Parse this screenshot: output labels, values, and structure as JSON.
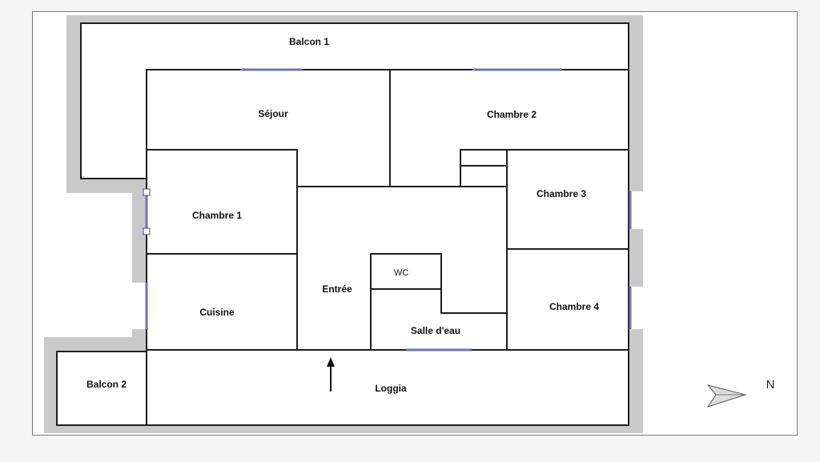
{
  "plan": {
    "rooms": {
      "balcon1": "Balcon 1",
      "sejour": "Séjour",
      "chambre2": "Chambre 2",
      "chambre1": "Chambre 1",
      "chambre3": "Chambre 3",
      "wc": "WC",
      "entree": "Entrée",
      "chambre4": "Chambre 4",
      "cuisine": "Cuisine",
      "salle_eau": "Salle d'eau",
      "balcon2": "Balcon 2",
      "loggia": "Loggia"
    },
    "north_label": "N",
    "colors": {
      "wall": "#c9c9c9",
      "line": "#1e1e1e",
      "window": "#6f73b5",
      "background": "#ffffff"
    }
  }
}
